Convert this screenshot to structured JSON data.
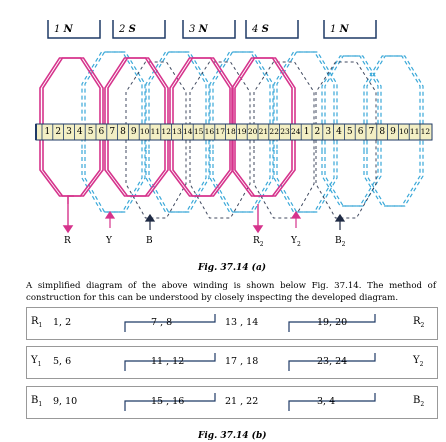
{
  "poles": [
    {
      "num": "1",
      "pol": "N"
    },
    {
      "num": "2",
      "pol": "S"
    },
    {
      "num": "3",
      "pol": "N"
    },
    {
      "num": "4",
      "pol": "S"
    },
    {
      "num": "1",
      "pol": "N"
    }
  ],
  "slots": [
    "1",
    "2",
    "3",
    "4",
    "5",
    "6",
    "7",
    "8",
    "9",
    "10",
    "11",
    "12",
    "13",
    "14",
    "15",
    "16",
    "17",
    "18",
    "19",
    "20",
    "21",
    "22",
    "23",
    "24",
    "1",
    "2",
    "3",
    "4",
    "5",
    "6",
    "7",
    "8",
    "9",
    "10",
    "11",
    "12"
  ],
  "terminals": {
    "r1": "R",
    "y1": "Y",
    "b1": "B",
    "r2": "R",
    "r2_sub": "2",
    "y2": "Y",
    "y2_sub": "2",
    "b2": "B",
    "b2_sub": "2"
  },
  "fig_a_caption": "Fig. 37.14 (a)",
  "paragraph": "A simplified diagram of the above winding is shown below Fig. 37.14.  The method of construction for this can be understood by closely inspecting the developed diagram.",
  "rows": [
    {
      "start": "R",
      "start_sub": "1",
      "p1": "1, 2",
      "p2": "7 , 8",
      "p3": "13 , 14",
      "p4": "19, 20",
      "end": "R",
      "end_sub": "2"
    },
    {
      "start": "Y",
      "start_sub": "1",
      "p1": "5, 6",
      "p2": "11 , 12",
      "p3": "17 , 18",
      "p4": "23, 24",
      "end": "Y",
      "end_sub": "2"
    },
    {
      "start": "B",
      "start_sub": "1",
      "p1": "9, 10",
      "p2": "15 , 16",
      "p3": "21 , 22",
      "p4": "3, 4",
      "end": "B",
      "end_sub": "2"
    }
  ],
  "fig_b_caption": "Fig. 37.14 (b)",
  "colors": {
    "red_phase": "#d6338c",
    "blue_phase": "#3aa8d8",
    "black_phase": "#1f2a44",
    "slot_fill": "#f3efc4",
    "frame": "#1f3a66"
  }
}
